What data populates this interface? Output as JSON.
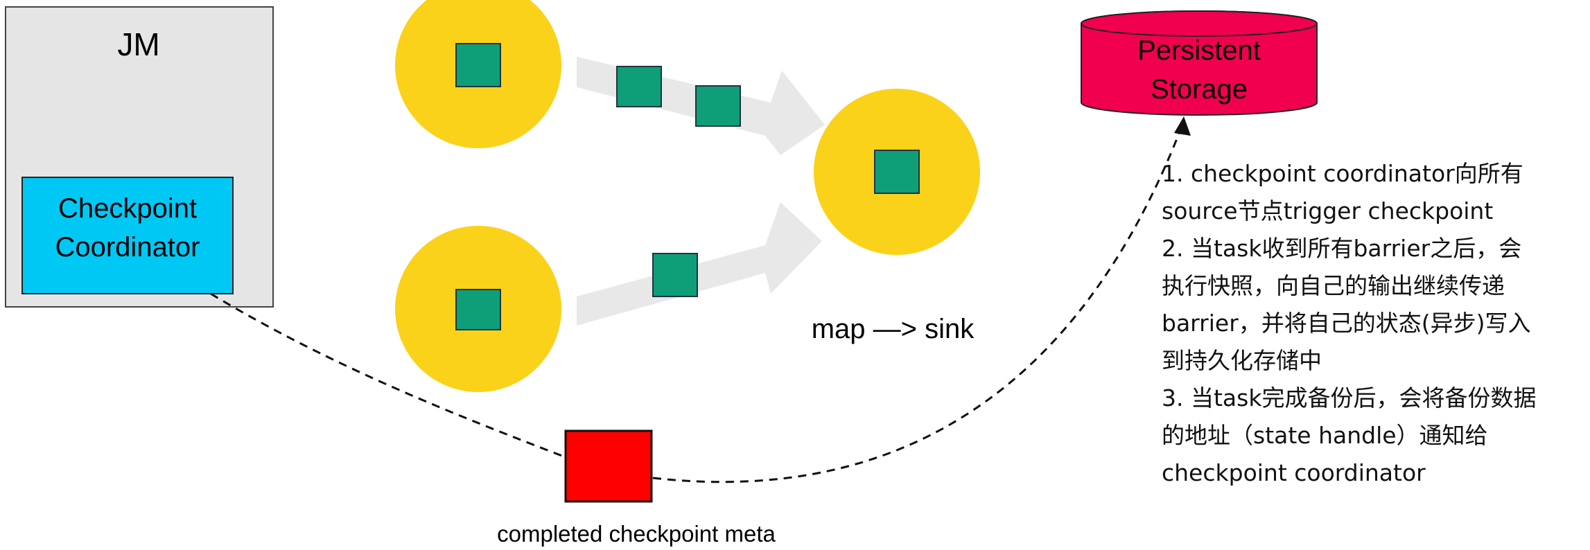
{
  "jm": {
    "title": "JM"
  },
  "coordinator": {
    "line1": "Checkpoint",
    "line2": "Coordinator"
  },
  "storage": {
    "line1": "Persistent",
    "line2": "Storage"
  },
  "stage_label": "map —> sink",
  "meta_label": "completed checkpoint meta",
  "steps": [
    "1. checkpoint coordinator向所有",
    "source节点trigger checkpoint",
    "2. 当task收到所有barrier之后，会",
    "执行快照，向自己的输出继续传递",
    "barrier，并将自己的状态(异步)写入",
    "到持久化存储中",
    "3. 当task完成备份后，会将备份数据",
    "的地址（state handle）通知给",
    "checkpoint coordinator"
  ],
  "colors": {
    "jm_fill": "#e5e5e5",
    "coordinator_fill": "#00c8f5",
    "task_node": "#fbd21a",
    "barrier": "#0e9e78",
    "stream_arrow": "#e8e8e8",
    "storage": "#f0004f",
    "meta_box": "#ff0000"
  }
}
